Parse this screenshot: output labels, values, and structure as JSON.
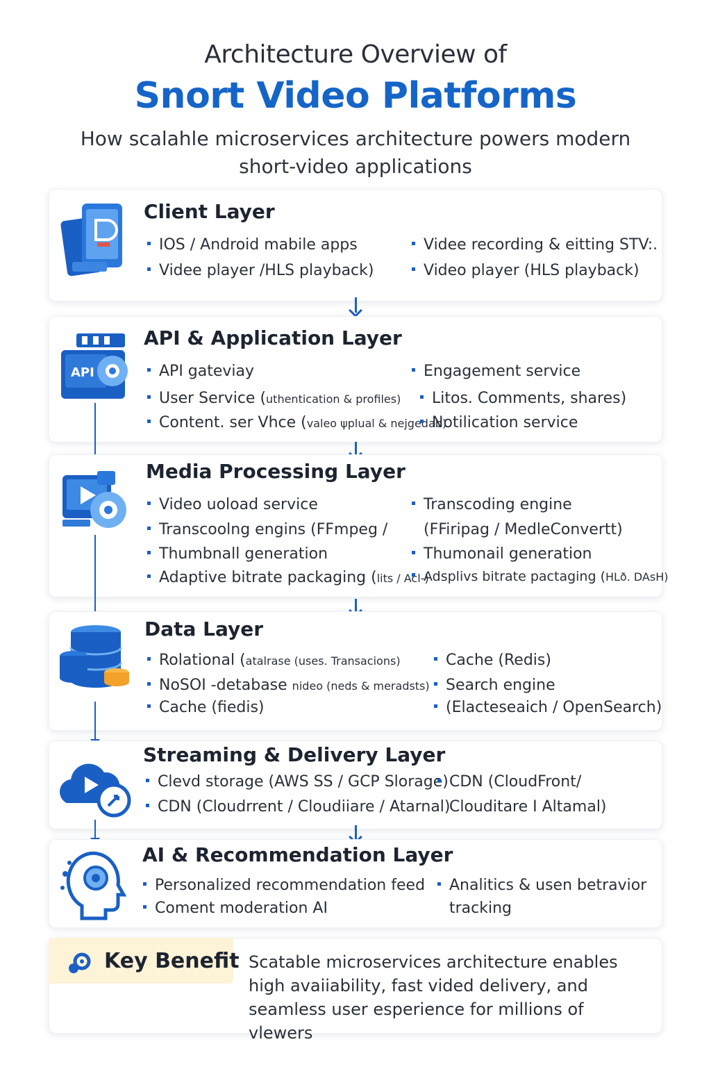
{
  "header": {
    "title_line1": "Architecture Overview of",
    "title_line2": "Snort Video Platforms",
    "subtitle": "How scalahle microservices architecture powers modern short-video applications"
  },
  "layers": [
    {
      "title": "Client Layer",
      "left": [
        "IOS / Android mabile apps",
        "Videe player /HLS playback)"
      ],
      "right": [
        "Videe recording & eitting STV:.",
        "Video player (HLS playback)"
      ]
    },
    {
      "title": "API & Application Layer",
      "left": [
        "API gateviay",
        "User Service (",
        "Content. ser Vhce ("
      ],
      "left_small": [
        "",
        "uthentication & profiles)",
        "valeo ψplual & nejgedab)"
      ],
      "right": [
        "Engagement service",
        "Litos. Comments, shares)",
        "Notilication service"
      ]
    },
    {
      "title": "Media Processing Layer",
      "left": [
        "Video uoload service",
        "Transcoolng engins (FFmpeg /",
        "Thumbnall generation",
        "Adaptive bitrate packaging ("
      ],
      "left_small": [
        "",
        "",
        "",
        "lits / Acl-)"
      ],
      "right": [
        "Transcoding engine",
        "(FFiripag / MedleConvertt)",
        "Thumonail generation",
        "Adsplivs bitrate pactaging ("
      ],
      "right_small": [
        "",
        "",
        "",
        "HLð. DAsH)"
      ]
    },
    {
      "title": "Data Layer",
      "left": [
        "Rolational (",
        "NoSOI -detabase ",
        "Cache (fiedis)"
      ],
      "left_small": [
        "atalrase (uses. Transacions)",
        "nideo (neds & meradsts)",
        ""
      ],
      "right": [
        "Cache (Redis)",
        "Search engine",
        "(Elacteseaich / OpenSearch)"
      ]
    },
    {
      "title": "Streaming & Delivery Layer",
      "left": [
        "Clevd storage (AWS SS / GCP Slorage)",
        "CDN (Cloudrrent / Cloudiiare / Atarnal)"
      ],
      "right": [
        "CDN (CloudFront/",
        "Clouditare I Altamal)"
      ]
    },
    {
      "title": "AI & Recommendation Layer",
      "left": [
        "Personalized recommendation feed",
        "Coment moderation AI"
      ],
      "right": [
        "Analitics & usen betravior",
        "tracking"
      ]
    }
  ],
  "benefit": {
    "label": "Key Benefit",
    "text": "Scatable microservices architecture enables high avaiiability, fast vided delivery, and seamless user esperience for millions of vlewers"
  },
  "colors": {
    "accent": "#1565c8",
    "arrow": "#1a5fc4",
    "benefit_bg": "#fdf3d7",
    "db_orange": "#f2a12a"
  },
  "icons": [
    "mobile-phones-icon",
    "api-gear-icon",
    "video-gear-icon",
    "database-icon",
    "cloud-play-icon",
    "ai-head-icon",
    "key-benefit-icon"
  ]
}
